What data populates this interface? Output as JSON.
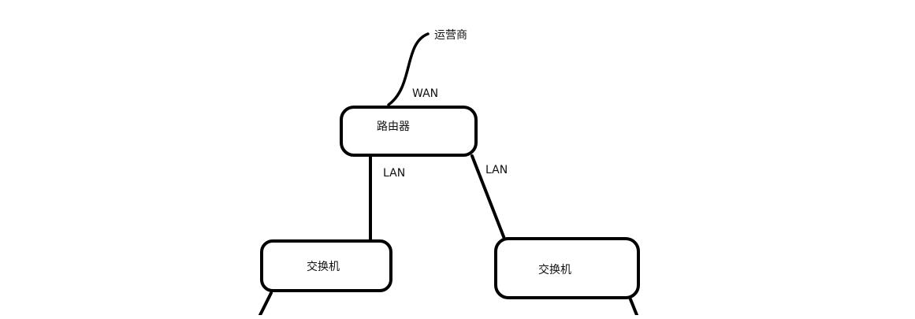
{
  "diagram": {
    "isp_label": "运营商",
    "wan_label": "WAN",
    "router_label": "路由器",
    "lan_left_label": "LAN",
    "lan_right_label": "LAN",
    "switch_left_label": "交换机",
    "switch_right_label": "交换机"
  },
  "colors": {
    "background": "#ffffff",
    "stroke": "#000000",
    "text": "#111111"
  }
}
